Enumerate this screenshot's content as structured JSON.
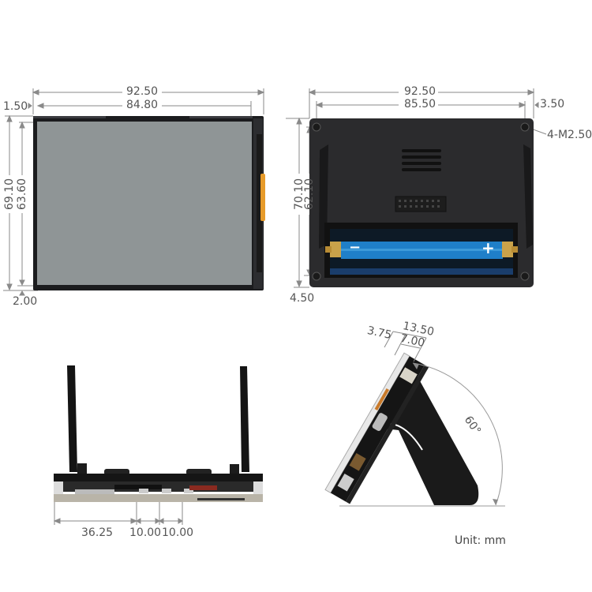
{
  "unit_label": "Unit: mm",
  "front_view": {
    "overall_width": "92.50",
    "screen_width": "84.80",
    "left_offset": "1.50",
    "overall_height": "69.10",
    "screen_height": "63.60",
    "bottom_offset": "2.00",
    "screen_color": "#8f9596",
    "bezel_color": "#1a1a1a",
    "button_color": "#e79b2a"
  },
  "back_view": {
    "overall_width": "92.50",
    "hole_spacing_width": "85.50",
    "right_offset": "3.50",
    "screw_callout": "4-M2.50",
    "overall_height": "70.10",
    "hole_spacing_height": "62.10",
    "bottom_offset": "4.50",
    "battery_minus": "−",
    "battery_plus": "+",
    "case_color": "#2b2b2d",
    "battery_color": "#1f7fc8"
  },
  "bottom_view": {
    "offset_left": "36.25",
    "spacing_1": "10.00",
    "spacing_2": "10.00"
  },
  "side_view": {
    "front_thickness": "3.75",
    "total_thickness": "13.50",
    "board_thickness": "7.00",
    "tilt_angle": "60°"
  }
}
